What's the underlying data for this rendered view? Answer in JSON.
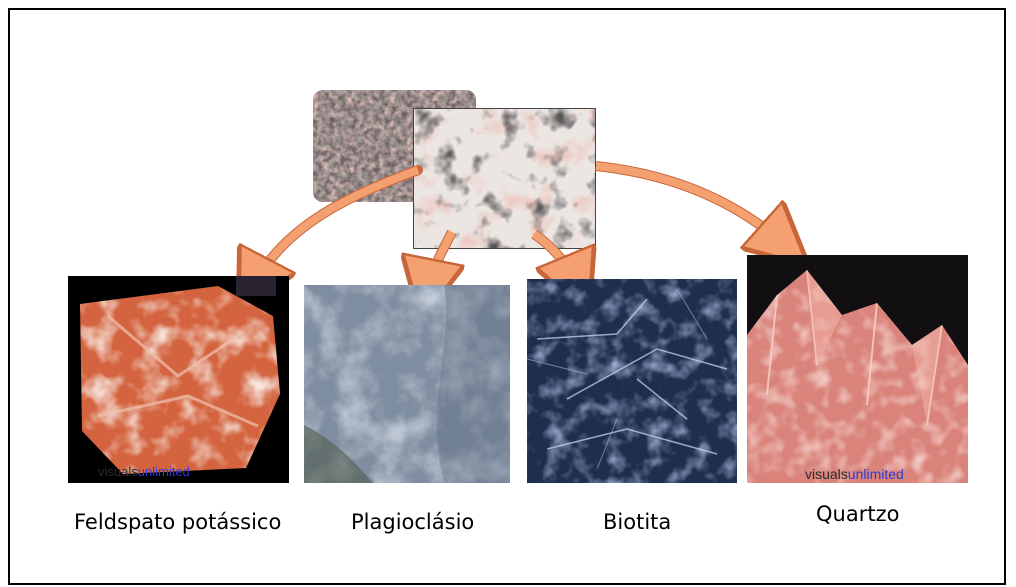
{
  "minerals": [
    {
      "label": "Feldspato potássico",
      "watermark": "visuals",
      "watermark_accent": "unlimited"
    },
    {
      "label": "Plagioclásio",
      "watermark": "",
      "watermark_accent": ""
    },
    {
      "label": "Biotita",
      "watermark": "",
      "watermark_accent": ""
    },
    {
      "label": "Quartzo",
      "watermark": "visuals",
      "watermark_accent": "unlimited"
    }
  ],
  "colors": {
    "arrow": "#f4a070",
    "arrow_outline": "#c8663a",
    "frame": "#000000",
    "watermark_accent": "#2f3bd6"
  },
  "icons": [
    "granite-rock-photo",
    "granite-closeup-photo",
    "arrow-icon"
  ]
}
